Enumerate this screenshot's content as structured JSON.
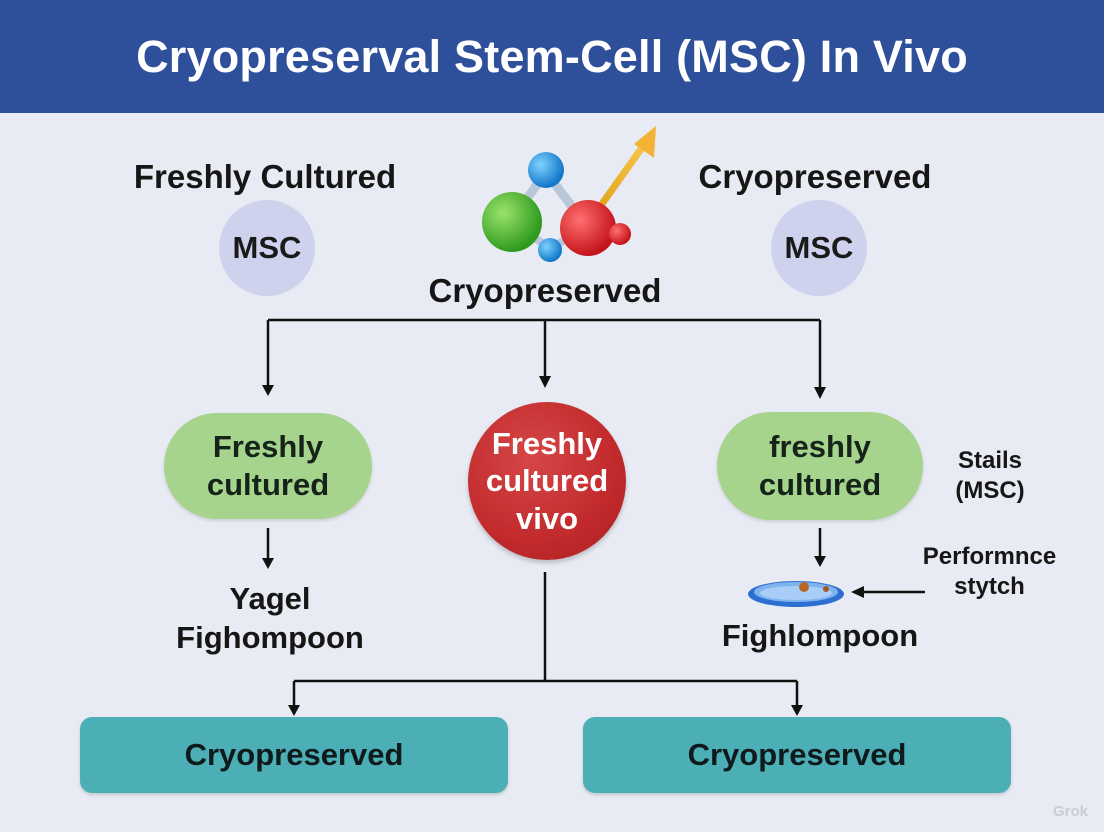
{
  "title": "Cryopreserval Stem-Cell (MSC) In Vivo",
  "top_left": {
    "heading": "Freshly Cultured",
    "circle": "MSC"
  },
  "top_center": {
    "icon": "molecule-icon",
    "label": "Cryopreserved"
  },
  "top_right": {
    "heading": "Cryopreserved",
    "circle": "MSC"
  },
  "nodes": {
    "left_pill": "Freshly cultured",
    "center_circle": "Freshly cultured vivo",
    "right_pill": "freshly cultured"
  },
  "side_notes": {
    "stails": "Stails (MSC)",
    "performance": "Performnce stytch"
  },
  "outcomes": {
    "left": "Yagel Fighompoon",
    "right": "Fighlompoon",
    "right_icon": "dish-icon"
  },
  "bottom": {
    "left": "Cryopreserved",
    "right": "Cryopreserved"
  },
  "watermark": "Grok",
  "colors": {
    "header": "#2e4f9a",
    "background": "#e8ebf3",
    "msc_circle": "#cfd2ec",
    "pill_green": "#a6d48d",
    "center_red": "#c22a2c",
    "bottom_teal": "#4dafb6"
  }
}
